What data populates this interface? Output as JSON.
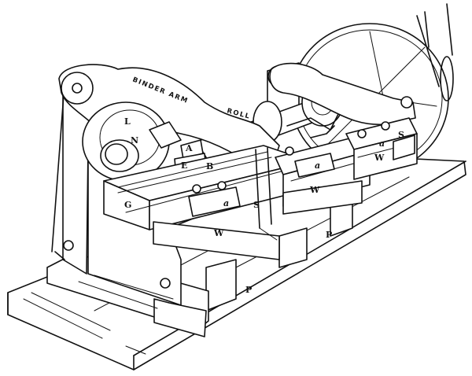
{
  "figure": {
    "labels": {
      "binder_arm": "BINDER ARM",
      "roll": "ROLL",
      "L": "L",
      "N": "N",
      "A": "A",
      "E": "E",
      "B": "B",
      "G": "G",
      "a1": "a",
      "a2": "a",
      "a3": "a",
      "S1": "S",
      "S2": "S",
      "W1": "W",
      "W2": "W",
      "W3": "W",
      "P1": "P",
      "P2": "P"
    }
  }
}
